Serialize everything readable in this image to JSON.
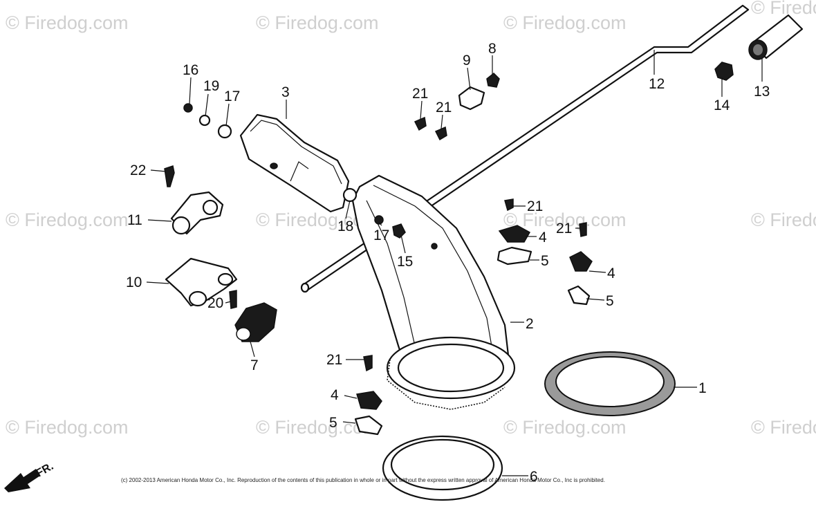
{
  "watermark": "© Firedog.com",
  "copyright": "(c) 2002-2013 American Honda Motor Co., Inc. Reproduction of the contents of this publication in whole or in part without the express written approval of American Honda Motor Co., Inc is prohibited.",
  "front_indicator": "FR.",
  "callouts": {
    "c1": "1",
    "c2": "2",
    "c3": "3",
    "c4a": "4",
    "c4b": "4",
    "c4c": "4",
    "c5a": "5",
    "c5b": "5",
    "c5c": "5",
    "c6": "6",
    "c7": "7",
    "c8": "8",
    "c9": "9",
    "c10": "10",
    "c11": "11",
    "c12": "12",
    "c13": "13",
    "c14": "14",
    "c15": "15",
    "c16": "16",
    "c17a": "17",
    "c17b": "17",
    "c18": "18",
    "c19": "19",
    "c20": "20",
    "c21a": "21",
    "c21b": "21",
    "c21c": "21",
    "c21d": "21",
    "c21e": "21",
    "c22": "22"
  }
}
